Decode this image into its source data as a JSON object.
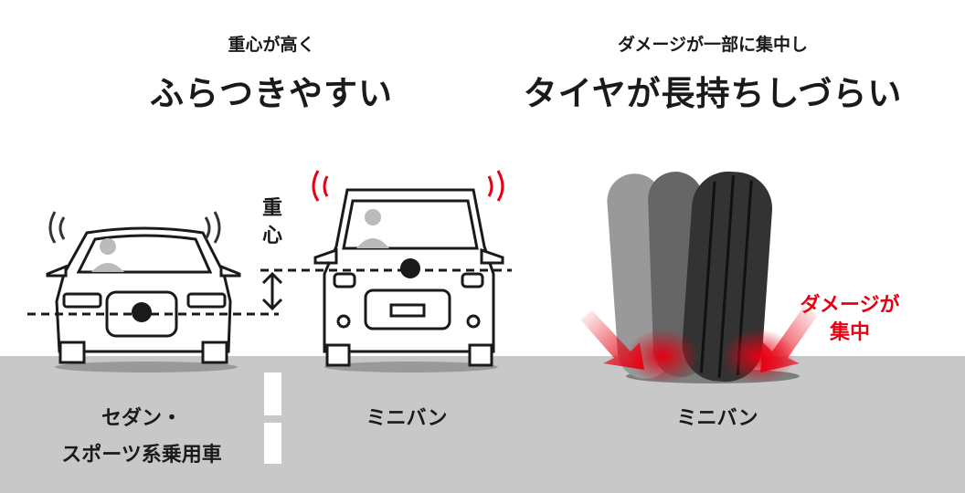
{
  "left_heading": {
    "sub": "重心が高く",
    "main": "ふらつきやすい"
  },
  "right_heading": {
    "sub": "ダメージが一部に集中し",
    "main": "タイヤが長持ちしづらい"
  },
  "center_of_gravity_label": [
    "重",
    "心"
  ],
  "damage_label": [
    "ダメージが",
    "集中"
  ],
  "labels": {
    "sedan": [
      "セダン・",
      "スポーツ系乗用車"
    ],
    "minivan": "ミニバン",
    "minivan_tire": "ミニバン"
  },
  "colors": {
    "accent": "#e60012",
    "road": "#c8c8c8"
  }
}
